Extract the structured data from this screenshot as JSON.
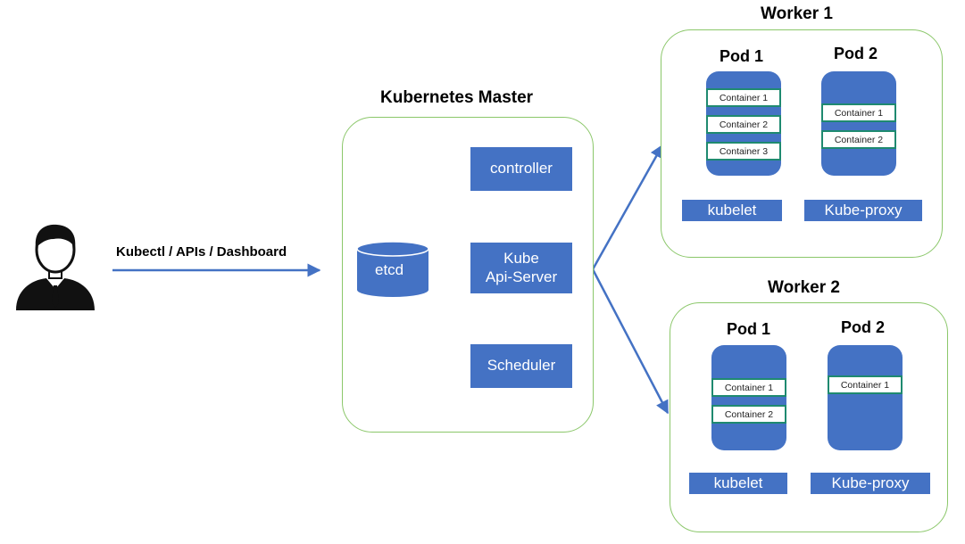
{
  "colors": {
    "accent": "#4472c4",
    "group_border": "#8bc76a",
    "container_border": "#1f8a70"
  },
  "user": {
    "icon": "person-icon"
  },
  "client_label": "Kubectl / APIs / Dashboard",
  "master": {
    "title": "Kubernetes Master",
    "controller": "controller",
    "api_server_line1": "Kube",
    "api_server_line2": "Api-Server",
    "scheduler": "Scheduler",
    "etcd": "etcd"
  },
  "worker1": {
    "title": "Worker 1",
    "pod1": {
      "label": "Pod 1",
      "containers": [
        "Container 1",
        "Container 2",
        "Container 3"
      ]
    },
    "pod2": {
      "label": "Pod 2",
      "containers": [
        "Container 1",
        "Container 2"
      ]
    },
    "kubelet": "kubelet",
    "kube_proxy": "Kube-proxy"
  },
  "worker2": {
    "title": "Worker 2",
    "pod1": {
      "label": "Pod 1",
      "containers": [
        "Container 1",
        "Container 2"
      ]
    },
    "pod2": {
      "label": "Pod 2",
      "containers": [
        "Container 1"
      ]
    },
    "kubelet": "kubelet",
    "kube_proxy": "Kube-proxy"
  }
}
